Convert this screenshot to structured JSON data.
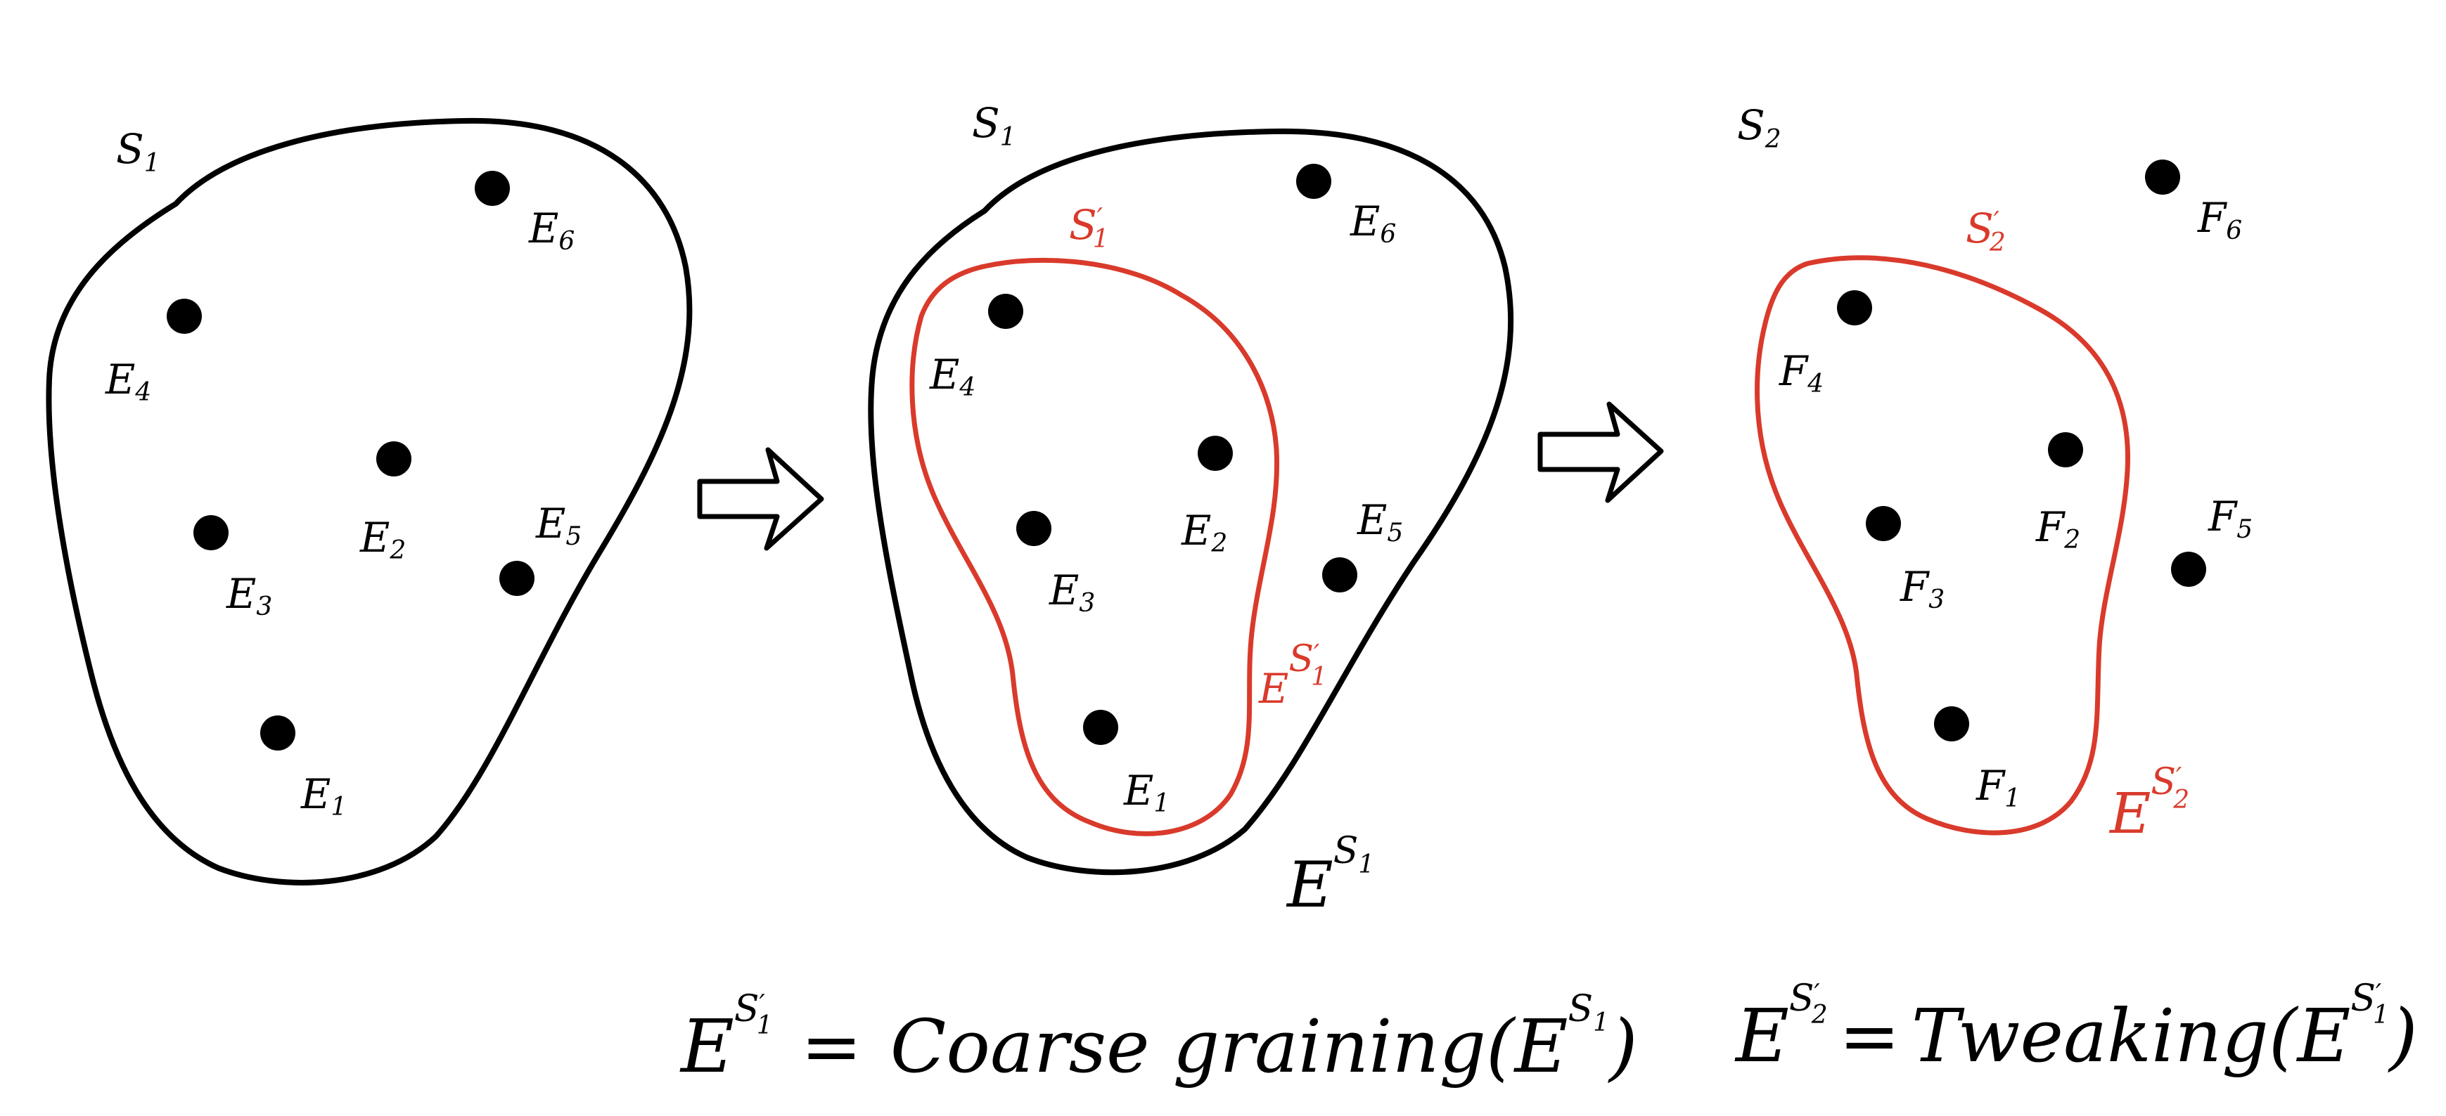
{
  "colors": {
    "ink": "#000000",
    "accent": "#d93a2b",
    "background": "#ffffff"
  },
  "panel1": {
    "space_label": {
      "main": "S",
      "sub": "1"
    },
    "points": [
      {
        "main": "E",
        "sub": "6"
      },
      {
        "main": "E",
        "sub": "4"
      },
      {
        "main": "E",
        "sub": "2"
      },
      {
        "main": "E",
        "sub": "5"
      },
      {
        "main": "E",
        "sub": "3"
      },
      {
        "main": "E",
        "sub": "1"
      }
    ]
  },
  "panel2": {
    "space_label": {
      "main": "S",
      "sub": "1"
    },
    "inner_label": {
      "main": "S",
      "sub": "1",
      "prime": "′"
    },
    "points": [
      {
        "main": "E",
        "sub": "6"
      },
      {
        "main": "E",
        "sub": "4"
      },
      {
        "main": "E",
        "sub": "2"
      },
      {
        "main": "E",
        "sub": "5"
      },
      {
        "main": "E",
        "sub": "3"
      },
      {
        "main": "E",
        "sub": "1"
      }
    ],
    "inner_set_label": {
      "base": "E",
      "sup": "S",
      "sup_sub": "1",
      "prime": "′"
    },
    "outer_set_label": {
      "base": "E",
      "sup": "S",
      "sup_sub": "1"
    }
  },
  "panel3": {
    "space_label": {
      "main": "S",
      "sub": "2"
    },
    "inner_label": {
      "main": "S",
      "sub": "2",
      "prime": "′"
    },
    "points": [
      {
        "main": "F",
        "sub": "6"
      },
      {
        "main": "F",
        "sub": "4"
      },
      {
        "main": "F",
        "sub": "2"
      },
      {
        "main": "F",
        "sub": "5"
      },
      {
        "main": "F",
        "sub": "3"
      },
      {
        "main": "F",
        "sub": "1"
      }
    ],
    "set_label": {
      "base": "E",
      "sup": "S",
      "sup_sub": "2",
      "prime": "′"
    }
  },
  "equation1": {
    "lhs_base": "E",
    "lhs_sup": "S",
    "lhs_sup_sub": "1",
    "lhs_prime": "′",
    "equals": "=",
    "func": "Coarse graining",
    "open": "(",
    "arg_base": "E",
    "arg_sup": "S",
    "arg_sup_sub": "1",
    "close": ")"
  },
  "equation2": {
    "lhs_base": "E",
    "lhs_sup": "S",
    "lhs_sup_sub": "2",
    "lhs_prime": "′",
    "equals": "=",
    "func": "Tweaking",
    "open": "(",
    "arg_base": "E",
    "arg_sup": "S",
    "arg_sup_sub": "1",
    "arg_prime": "′",
    "close": ")"
  }
}
